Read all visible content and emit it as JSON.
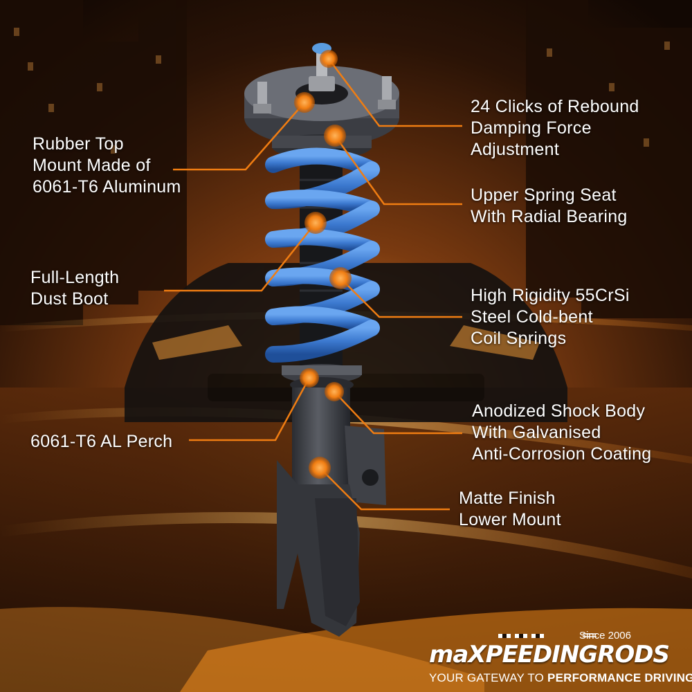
{
  "callouts": {
    "rebound": [
      "24 Clicks of Rebound",
      "Damping Force",
      "Adjustment"
    ],
    "top_mount": [
      "Rubber Top",
      "Mount Made of",
      "6061-T6 Aluminum"
    ],
    "upper_seat": [
      "Upper Spring Seat",
      "With Radial Bearing"
    ],
    "dust_boot": [
      "Full-Length",
      "Dust Boot"
    ],
    "springs": [
      "High Rigidity 55CrSi",
      "Steel Cold-bent",
      "Coil Springs"
    ],
    "shock_body": [
      "Anodized Shock Body",
      "With Galvanised",
      "Anti-Corrosion Coating"
    ],
    "perch": [
      "6061-T6 AL Perch"
    ],
    "lower_mount": [
      "Matte Finish",
      "Lower Mount"
    ]
  },
  "logo": {
    "since": "Since 2006",
    "brand_pre": "maX",
    "brand_post": "PEEDINGRODS",
    "tagline_plain": "YOUR GATEWAY TO ",
    "tagline_bold": "PERFORMANCE DRIVING"
  },
  "colors": {
    "accent": "#f38a10",
    "spring_blue": "#3f7fd6",
    "shock_gray": "#3c3e44",
    "text": "#ffffff"
  }
}
